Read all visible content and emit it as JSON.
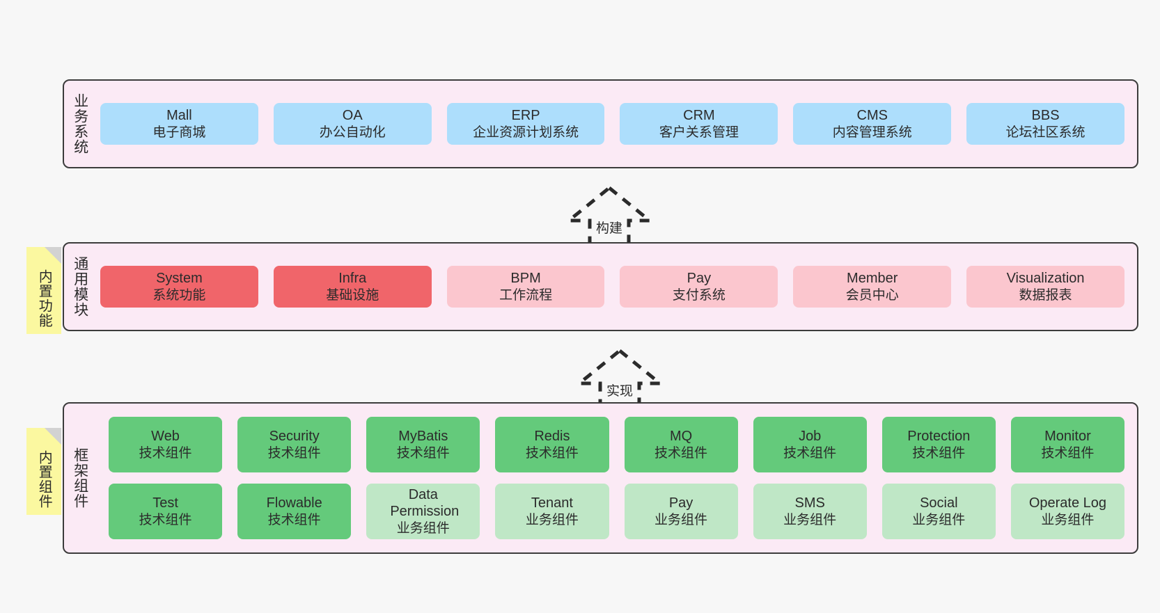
{
  "diagram": {
    "background_color": "#f7f7f7",
    "layer_fill": "#fbeaf5",
    "layer_border": "#3c3c3c"
  },
  "layers": [
    {
      "id": "business-system",
      "title": "业务系统",
      "rows": [
        {
          "cards": [
            {
              "title": "Mall",
              "sub": "电子商城",
              "color": "#addefc",
              "style": "c-blue"
            },
            {
              "title": "OA",
              "sub": "办公自动化",
              "color": "#addefc",
              "style": "c-blue"
            },
            {
              "title": "ERP",
              "sub": "企业资源计划系统",
              "color": "#addefc",
              "style": "c-blue"
            },
            {
              "title": "CRM",
              "sub": "客户关系管理",
              "color": "#addefc",
              "style": "c-blue"
            },
            {
              "title": "CMS",
              "sub": "内容管理系统",
              "color": "#addefc",
              "style": "c-blue"
            },
            {
              "title": "BBS",
              "sub": "论坛社区系统",
              "color": "#addefc",
              "style": "c-blue"
            }
          ]
        }
      ]
    },
    {
      "id": "common-module",
      "title": "通用模块",
      "note": "内置功能",
      "rows": [
        {
          "cards": [
            {
              "title": "System",
              "sub": "系统功能",
              "color": "#f0656a",
              "style": "c-red"
            },
            {
              "title": "Infra",
              "sub": "基础设施",
              "color": "#f0656a",
              "style": "c-red"
            },
            {
              "title": "BPM",
              "sub": "工作流程",
              "color": "#fbc6ce",
              "style": "c-pink"
            },
            {
              "title": "Pay",
              "sub": "支付系统",
              "color": "#fbc6ce",
              "style": "c-pink"
            },
            {
              "title": "Member",
              "sub": "会员中心",
              "color": "#fbc6ce",
              "style": "c-pink"
            },
            {
              "title": "Visualization",
              "sub": "数据报表",
              "color": "#fbc6ce",
              "style": "c-pink"
            }
          ]
        }
      ]
    },
    {
      "id": "framework-component",
      "title": "框架组件",
      "note": "内置组件",
      "rows": [
        {
          "cards": [
            {
              "title": "Web",
              "sub": "技术组件",
              "color": "#64ca7b",
              "style": "c-green"
            },
            {
              "title": "Security",
              "sub": "技术组件",
              "color": "#64ca7b",
              "style": "c-green"
            },
            {
              "title": "MyBatis",
              "sub": "技术组件",
              "color": "#64ca7b",
              "style": "c-green"
            },
            {
              "title": "Redis",
              "sub": "技术组件",
              "color": "#64ca7b",
              "style": "c-green"
            },
            {
              "title": "MQ",
              "sub": "技术组件",
              "color": "#64ca7b",
              "style": "c-green"
            },
            {
              "title": "Job",
              "sub": "技术组件",
              "color": "#64ca7b",
              "style": "c-green"
            },
            {
              "title": "Protection",
              "sub": "技术组件",
              "color": "#64ca7b",
              "style": "c-green"
            },
            {
              "title": "Monitor",
              "sub": "技术组件",
              "color": "#64ca7b",
              "style": "c-green"
            }
          ]
        },
        {
          "cards": [
            {
              "title": "Test",
              "sub": "技术组件",
              "color": "#64ca7b",
              "style": "c-green"
            },
            {
              "title": "Flowable",
              "sub": "技术组件",
              "color": "#64ca7b",
              "style": "c-green"
            },
            {
              "title": "Data Permission",
              "sub": "业务组件",
              "color": "#bfe7c6",
              "style": "c-lightgreen"
            },
            {
              "title": "Tenant",
              "sub": "业务组件",
              "color": "#bfe7c6",
              "style": "c-lightgreen"
            },
            {
              "title": "Pay",
              "sub": "业务组件",
              "color": "#bfe7c6",
              "style": "c-lightgreen"
            },
            {
              "title": "SMS",
              "sub": "业务组件",
              "color": "#bfe7c6",
              "style": "c-lightgreen"
            },
            {
              "title": "Social",
              "sub": "业务组件",
              "color": "#bfe7c6",
              "style": "c-lightgreen"
            },
            {
              "title": "Operate Log",
              "sub": "业务组件",
              "color": "#bfe7c6",
              "style": "c-lightgreen"
            }
          ]
        }
      ]
    }
  ],
  "connectors": [
    {
      "id": "build",
      "label": "构建",
      "from": "common-module",
      "to": "business-system",
      "style": "dashed-hollow-arrow-up"
    },
    {
      "id": "implement",
      "label": "实现",
      "from": "framework-component",
      "to": "common-module",
      "style": "dashed-hollow-arrow-up"
    }
  ]
}
